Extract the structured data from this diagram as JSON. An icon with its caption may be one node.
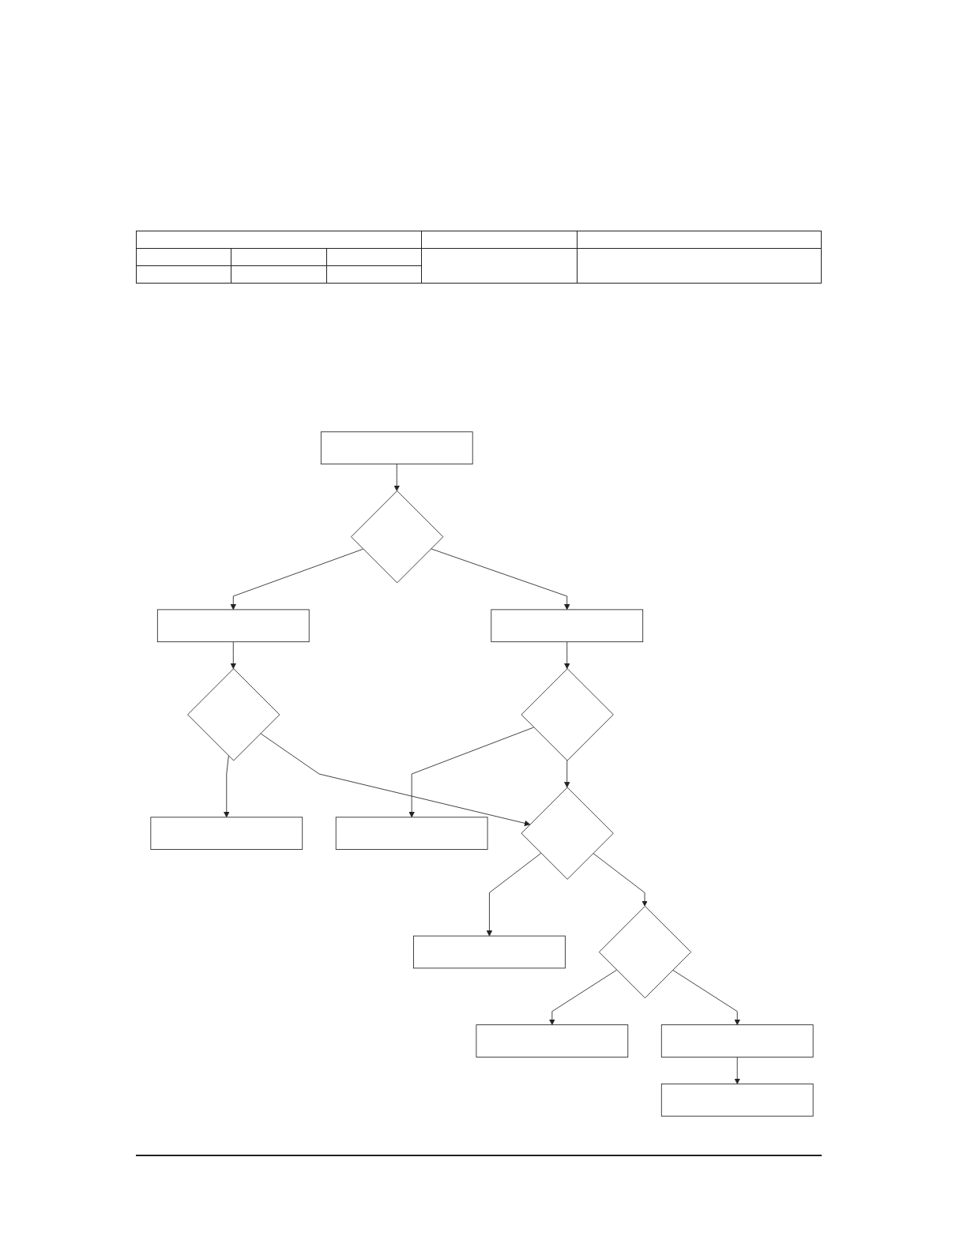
{
  "diagram": {
    "nodes": [
      {
        "text": [],
        "shape": "box"
      },
      {
        "text": [],
        "shape": "diamond"
      },
      {
        "text": [],
        "shape": "box"
      },
      {
        "text": [],
        "shape": "box"
      },
      {
        "text": [],
        "shape": "diamond"
      },
      {
        "text": [],
        "shape": "box"
      },
      {
        "text": [],
        "shape": "diamond"
      },
      {
        "text": [],
        "shape": "box"
      },
      {
        "text": [],
        "shape": "diamond"
      },
      {
        "text": [],
        "shape": "box"
      },
      {
        "text": [],
        "shape": "diamond"
      },
      {
        "text": [],
        "shape": "box"
      },
      {
        "text": [],
        "shape": "box"
      },
      {
        "text": [],
        "shape": "box"
      }
    ],
    "edges": [
      {
        "from": 0,
        "to": 1,
        "arrow": "to"
      },
      {
        "from": 1,
        "to": 2,
        "arrow": "to"
      },
      {
        "from": 1,
        "to": 3,
        "arrow": "to"
      },
      {
        "from": 2,
        "to": 4,
        "arrow": "to"
      },
      {
        "from": 4,
        "to": 5,
        "arrow": "to"
      },
      {
        "from": 3,
        "to": 6,
        "arrow": "to"
      },
      {
        "from": 6,
        "to": 7,
        "arrow": "to"
      },
      {
        "from": 6,
        "to": 8,
        "arrow": "to"
      },
      {
        "from": 4,
        "to": 8,
        "arrow": "to"
      },
      {
        "from": 8,
        "to": 9,
        "arrow": "to"
      },
      {
        "from": 8,
        "to": 10,
        "arrow": "to"
      },
      {
        "from": 10,
        "to": 11,
        "arrow": "to"
      },
      {
        "from": 10,
        "to": 12,
        "arrow": "to"
      },
      {
        "from": 12,
        "to": 13,
        "arrow": "to"
      }
    ]
  }
}
